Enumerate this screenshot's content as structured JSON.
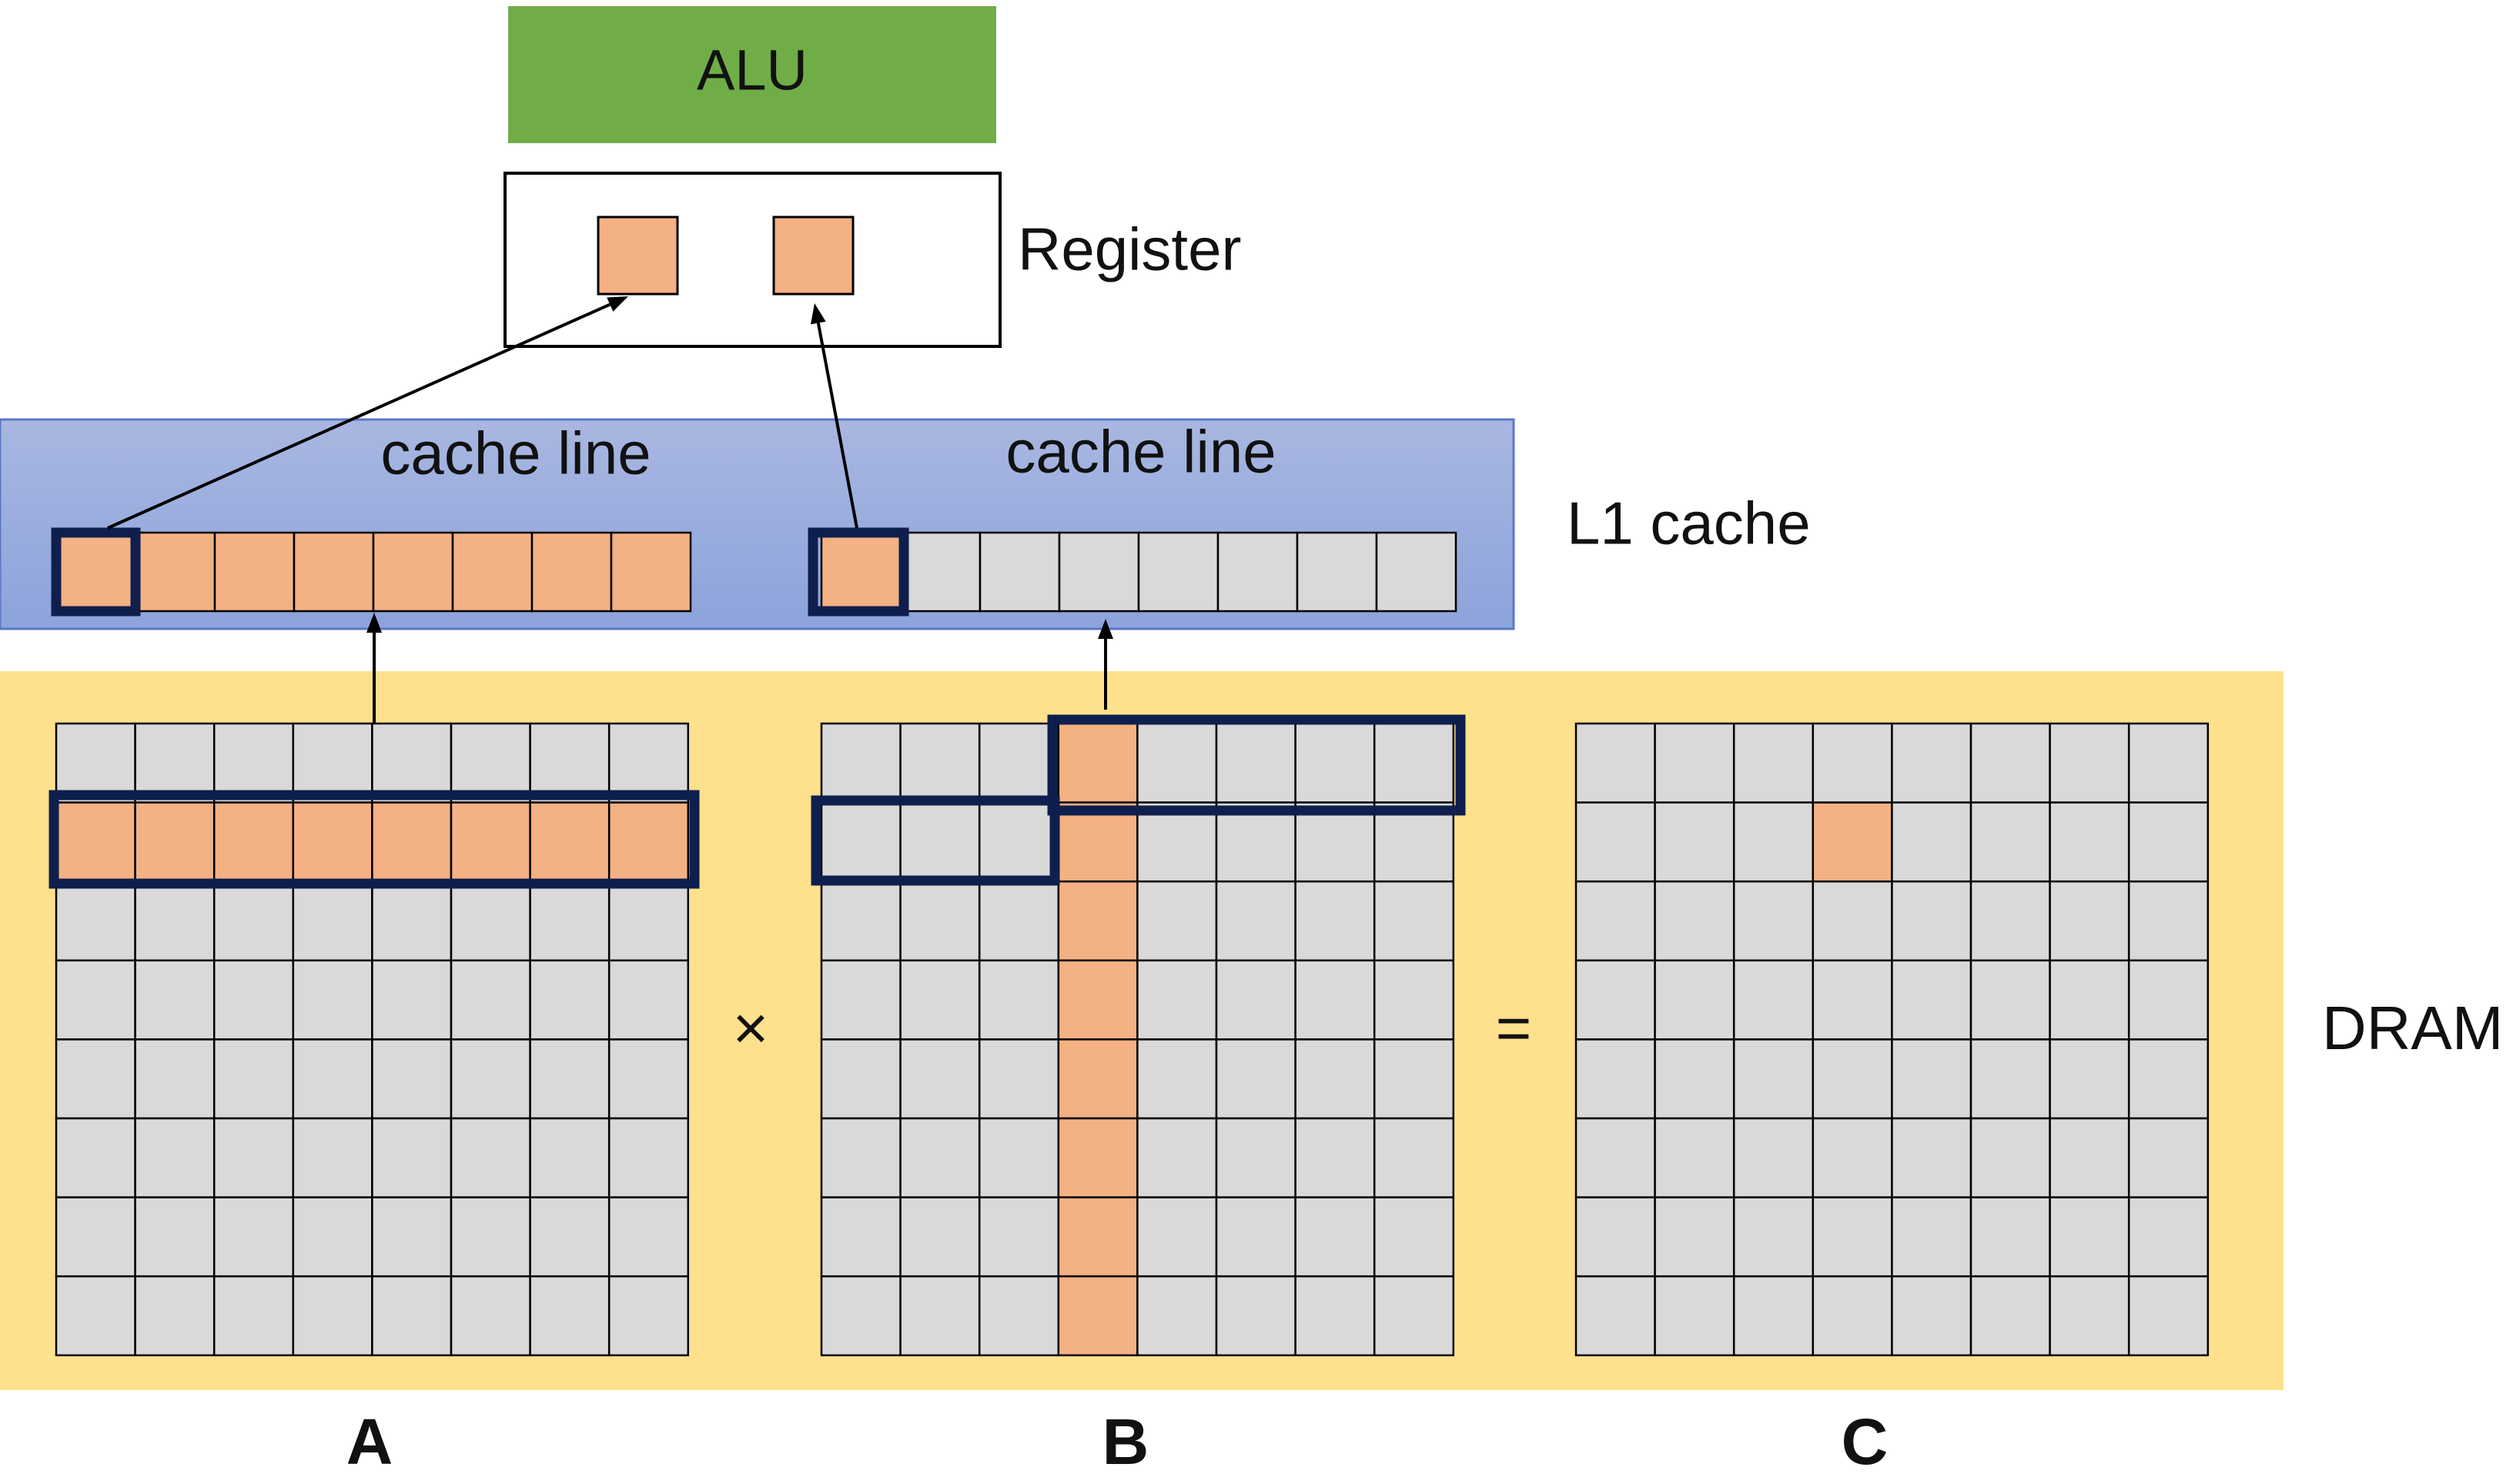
{
  "labels": {
    "alu": "ALU",
    "register": "Register",
    "l1_cache": "L1 cache",
    "cache_line_left": "cache line",
    "cache_line_right": "cache line",
    "dram": "DRAM",
    "matrix_a": "A",
    "matrix_b": "B",
    "matrix_c": "C",
    "times": "×",
    "equals": "="
  },
  "colors": {
    "alu_fill": "#70AD47",
    "l1_gradient_top": "#A9B7E1",
    "l1_gradient_bottom": "#8CA3DB",
    "l1_border": "#5B78C8",
    "dram_fill": "#FFE08C",
    "cell_gray": "#D9D9D9",
    "cell_orange": "#F4B183",
    "highlight_border": "#0F1F4D",
    "grid_line": "#000000"
  },
  "matrices": {
    "rows": 8,
    "cols": 8,
    "a_highlight_row": 1,
    "b_highlight_col": 3,
    "c_highlight_cell": [
      1,
      3
    ]
  },
  "cache_lines": {
    "cells_per_line": 8,
    "left_line": "orange",
    "right_line_first_cell": "orange"
  }
}
